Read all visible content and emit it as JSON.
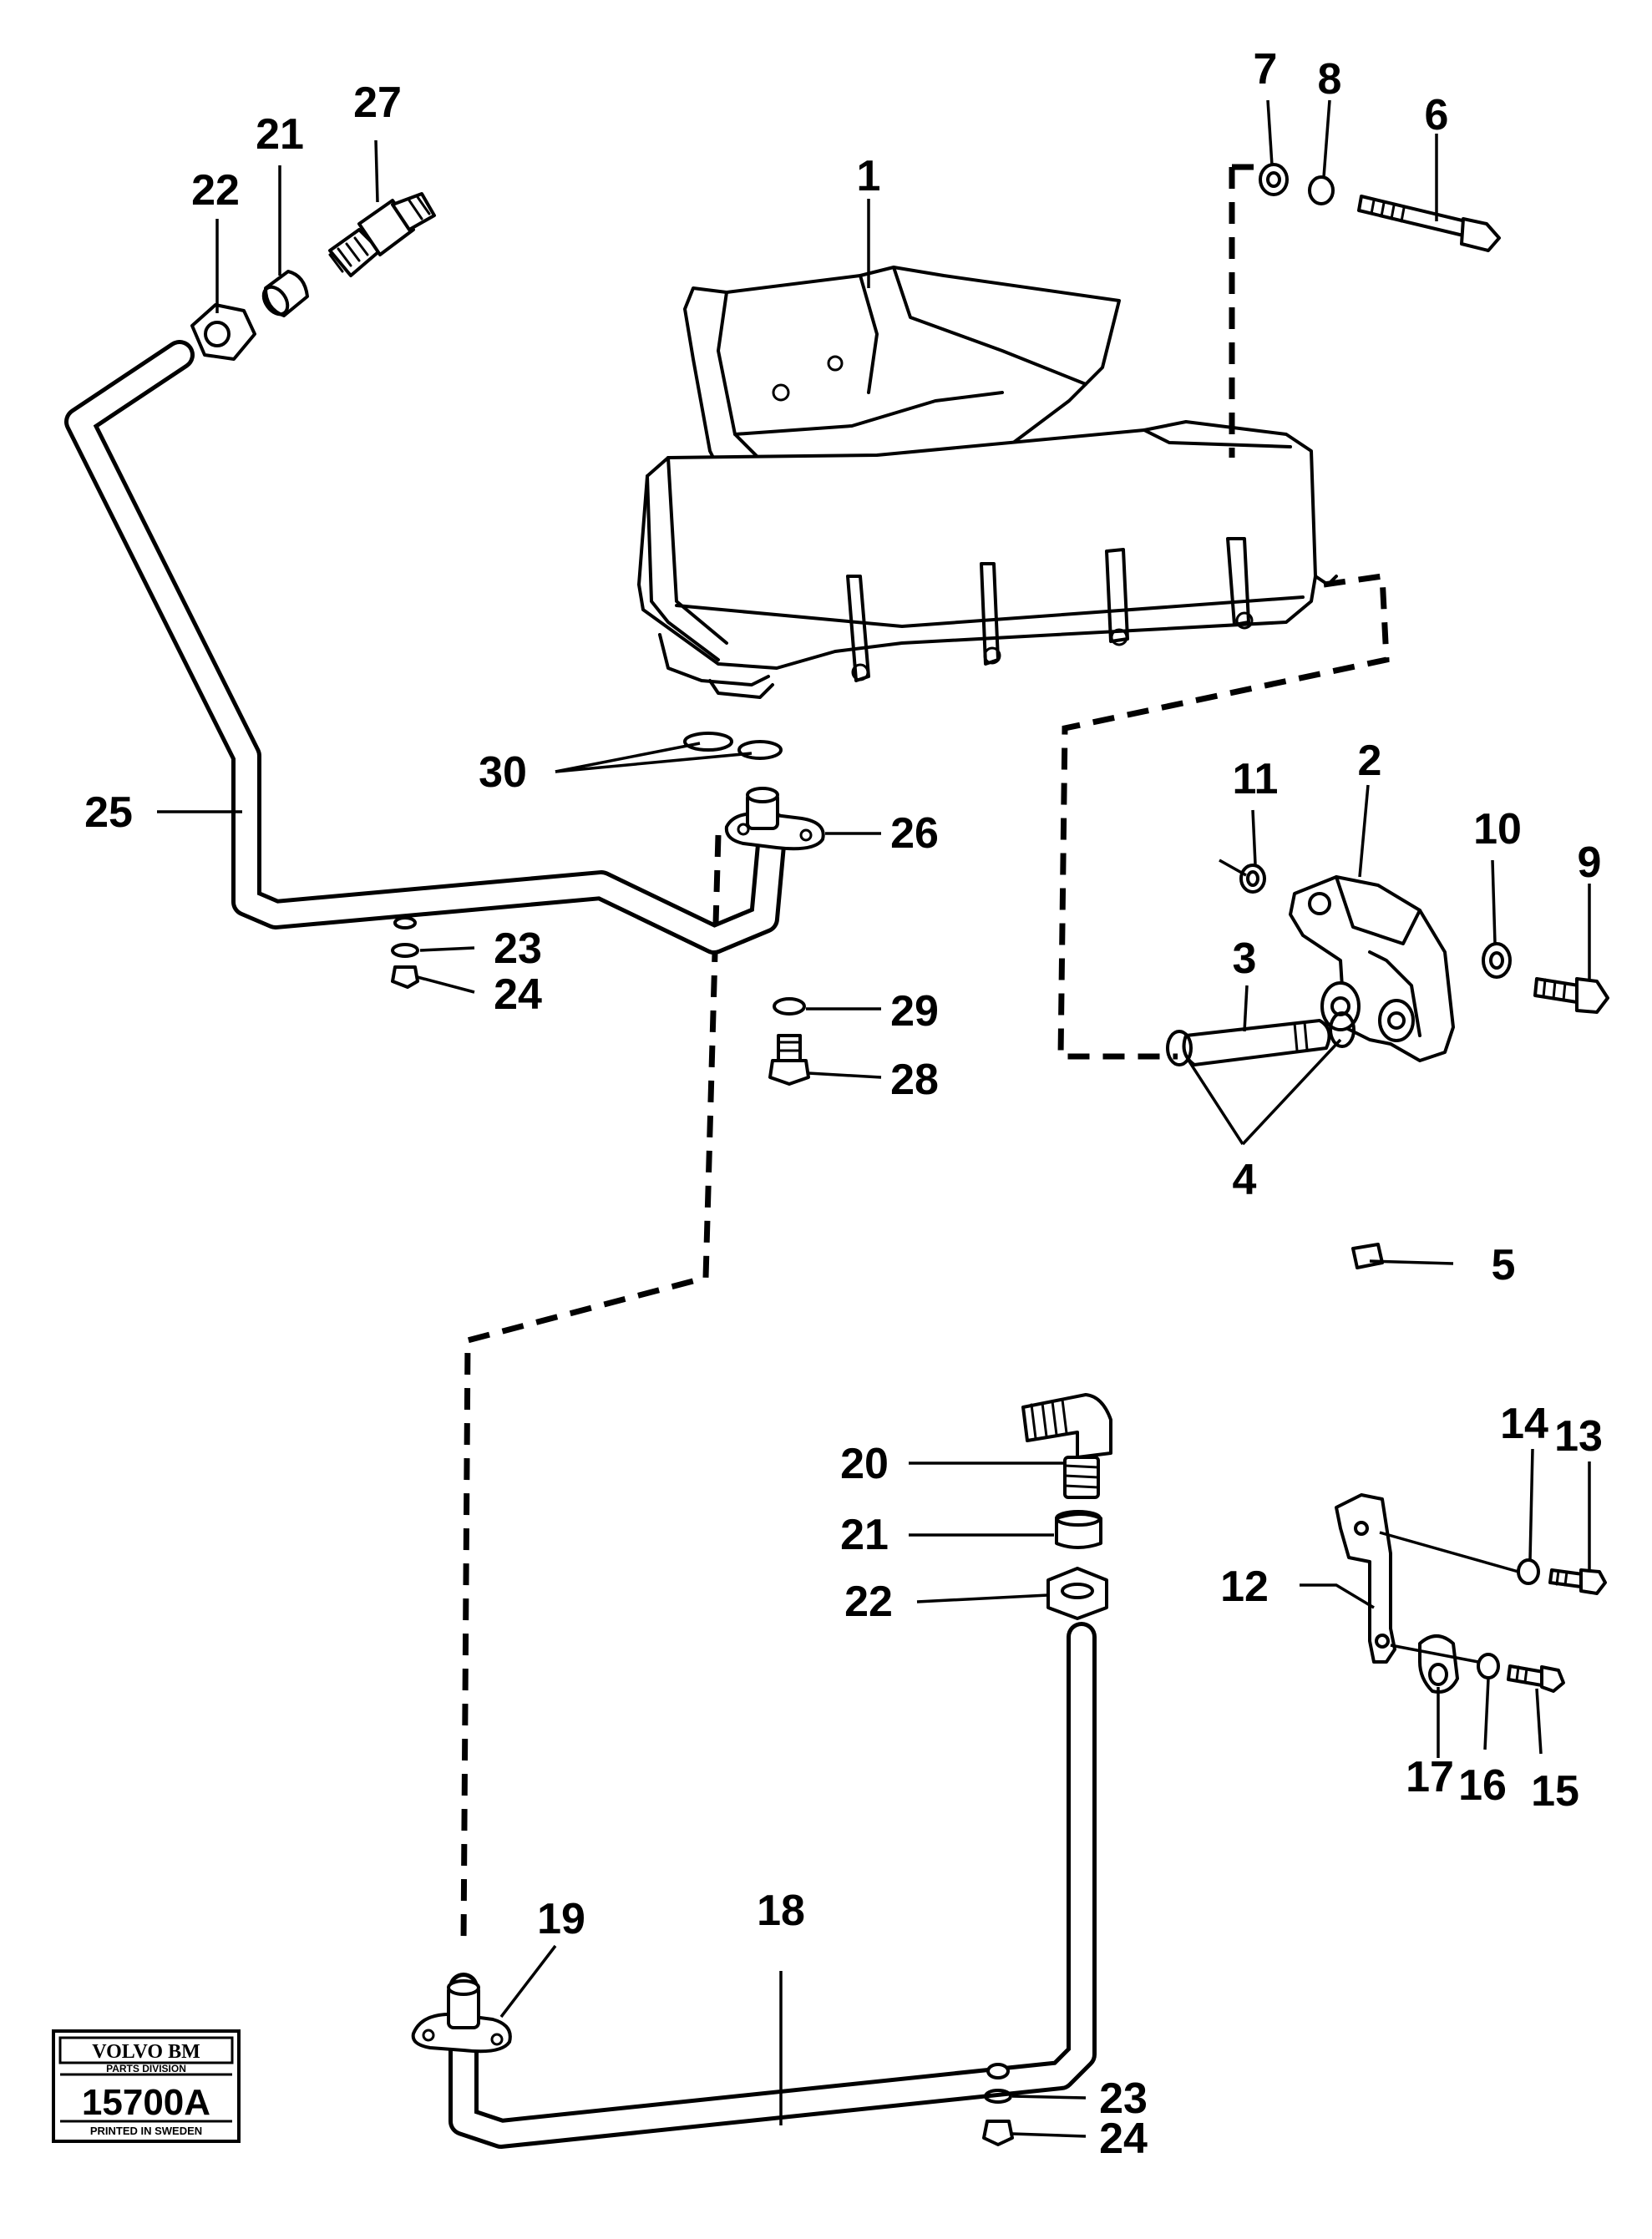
{
  "stamp": {
    "brand": "VOLVO BM",
    "division": "PARTS DIVISION",
    "number": "15700A",
    "printed": "PRINTED IN SWEDEN"
  },
  "callouts": [
    {
      "id": "c1",
      "text": "1"
    },
    {
      "id": "c2",
      "text": "2"
    },
    {
      "id": "c3",
      "text": "3"
    },
    {
      "id": "c4",
      "text": "4"
    },
    {
      "id": "c5",
      "text": "5"
    },
    {
      "id": "c6",
      "text": "6"
    },
    {
      "id": "c7",
      "text": "7"
    },
    {
      "id": "c8",
      "text": "8"
    },
    {
      "id": "c9",
      "text": "9"
    },
    {
      "id": "c10",
      "text": "10"
    },
    {
      "id": "c11",
      "text": "11"
    },
    {
      "id": "c12",
      "text": "12"
    },
    {
      "id": "c13",
      "text": "13"
    },
    {
      "id": "c14",
      "text": "14"
    },
    {
      "id": "c15",
      "text": "15"
    },
    {
      "id": "c16",
      "text": "16"
    },
    {
      "id": "c17",
      "text": "17"
    },
    {
      "id": "c18",
      "text": "18"
    },
    {
      "id": "c19",
      "text": "19"
    },
    {
      "id": "c20",
      "text": "20"
    },
    {
      "id": "c21a",
      "text": "21"
    },
    {
      "id": "c21b",
      "text": "21"
    },
    {
      "id": "c22a",
      "text": "22"
    },
    {
      "id": "c22b",
      "text": "22"
    },
    {
      "id": "c23a",
      "text": "23"
    },
    {
      "id": "c23b",
      "text": "23"
    },
    {
      "id": "c24a",
      "text": "24"
    },
    {
      "id": "c24b",
      "text": "24"
    },
    {
      "id": "c25",
      "text": "25"
    },
    {
      "id": "c26",
      "text": "26"
    },
    {
      "id": "c27",
      "text": "27"
    },
    {
      "id": "c28",
      "text": "28"
    },
    {
      "id": "c29",
      "text": "29"
    },
    {
      "id": "c30",
      "text": "30"
    }
  ]
}
